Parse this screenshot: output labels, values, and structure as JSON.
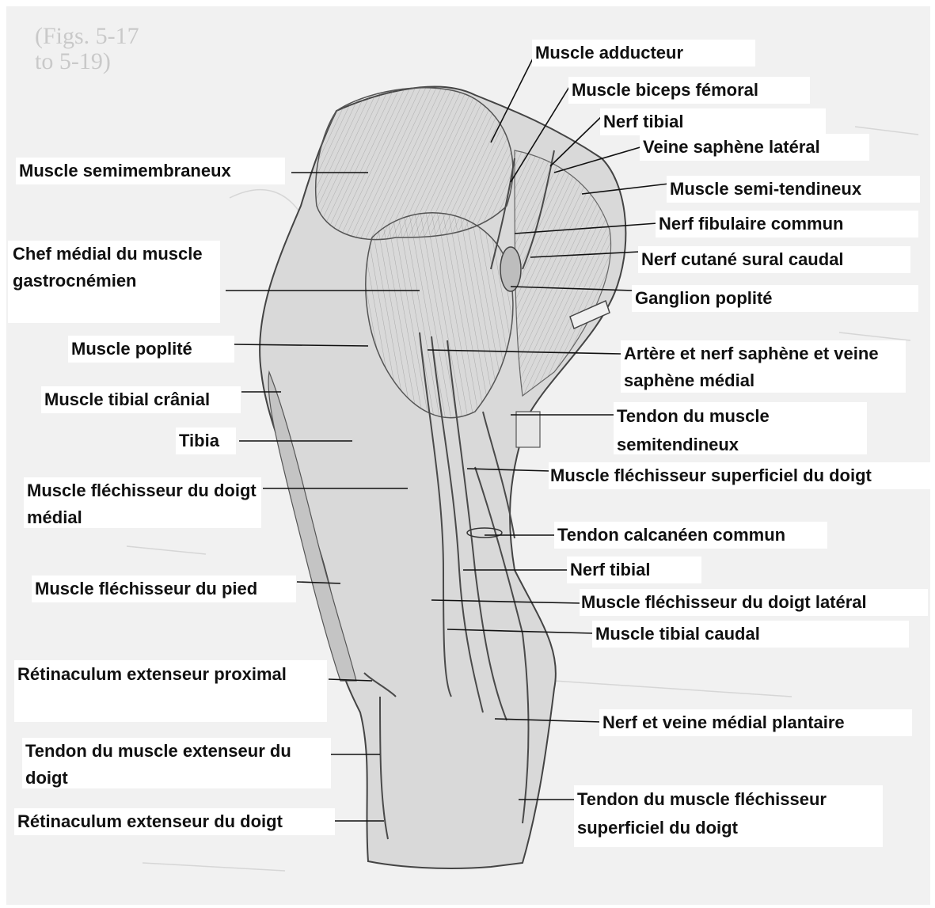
{
  "figure": {
    "background_page_text": [
      "(Figs. 5-17",
      "to 5-19)"
    ],
    "labels": [
      {
        "id": "muscle-adducteur",
        "text": "Muscle adducteur"
      },
      {
        "id": "muscle-biceps-femoral",
        "text": "Muscle biceps fémoral"
      },
      {
        "id": "nerf-tibial-top",
        "text": "Nerf tibial"
      },
      {
        "id": "veine-saphene-laterale",
        "text": "Veine saphène latéral"
      },
      {
        "id": "muscle-semi-tendineux",
        "text": "Muscle semi-tendineux"
      },
      {
        "id": "nerf-fibulaire-commun",
        "text": "Nerf fibulaire commun"
      },
      {
        "id": "nerf-cutane-sural-caudal",
        "text": "Nerf cutané sural caudal"
      },
      {
        "id": "ganglion-poplite",
        "text": "Ganglion poplité"
      },
      {
        "id": "artere-nerf-saphene",
        "text": "Artère et nerf saphène et veine saphène médial"
      },
      {
        "id": "tendon-semitendineux",
        "text": "Tendon du muscle semitendineux"
      },
      {
        "id": "flechisseur-superficiel",
        "text": "Muscle fléchisseur superficiel du doigt"
      },
      {
        "id": "tendon-calcaneen",
        "text": "Tendon calcanéen commun"
      },
      {
        "id": "nerf-tibial-low",
        "text": "Nerf tibial"
      },
      {
        "id": "flechisseur-doigt-lateral",
        "text": "Muscle fléchisseur du doigt latéral"
      },
      {
        "id": "muscle-tibial-caudal",
        "text": "Muscle tibial caudal"
      },
      {
        "id": "nerf-veine-medial-plantaire",
        "text": "Nerf et veine médial plantaire"
      },
      {
        "id": "tendon-flechisseur-superficiel",
        "text": "Tendon du muscle fléchisseur superficiel du doigt"
      },
      {
        "id": "muscle-semimembraneux",
        "text": "Muscle semimembraneux"
      },
      {
        "id": "chef-medial-gastrocnemien",
        "text": "Chef médial du muscle gastrocnémien"
      },
      {
        "id": "muscle-poplite",
        "text": "Muscle poplité"
      },
      {
        "id": "muscle-tibial-cranial",
        "text": "Muscle tibial crânial"
      },
      {
        "id": "tibia",
        "text": "Tibia"
      },
      {
        "id": "flechisseur-doigt-medial",
        "text": "Muscle fléchisseur du doigt médial"
      },
      {
        "id": "flechisseur-pied",
        "text": "Muscle fléchisseur du pied"
      },
      {
        "id": "retinaculum-proximal",
        "text": "Rétinaculum extenseur proximal"
      },
      {
        "id": "tendon-extenseur-doigt",
        "text": "Tendon du muscle extenseur du doigt"
      },
      {
        "id": "retinaculum-doigt",
        "text": "Rétinaculum extenseur du doigt"
      }
    ]
  }
}
